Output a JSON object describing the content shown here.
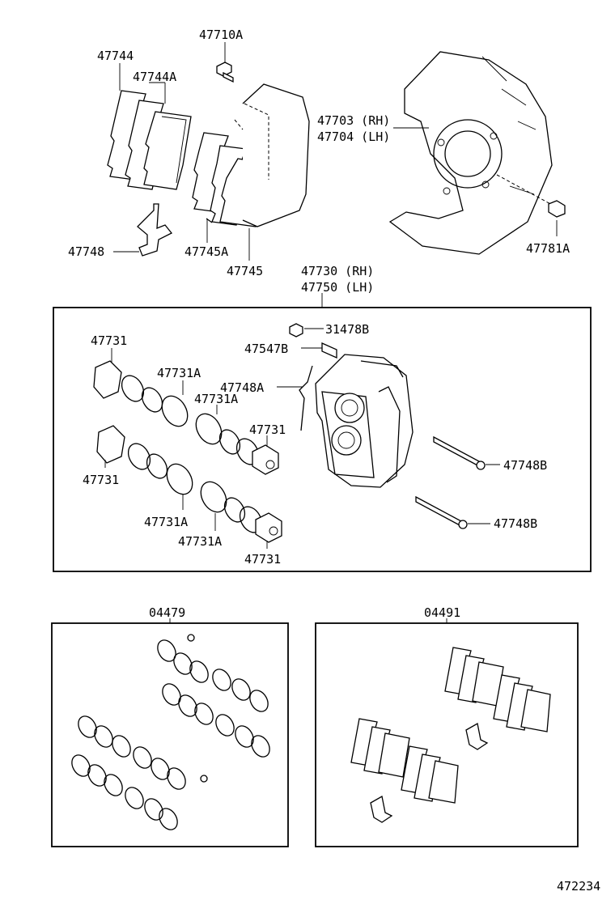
{
  "labels": {
    "bolt_47710a": "47710A",
    "pad_47744": "47744",
    "pad_47744a": "47744A",
    "shield_rh": "47703 (RH)",
    "shield_lh": "47704 (LH)",
    "bolt_47781a": "47781A",
    "spring_47748": "47748",
    "pad_47745a": "47745A",
    "pad_47745": "47745",
    "caliper_rh": "47730 (RH)",
    "caliper_lh": "47750 (LH)",
    "cap_31478b": "31478B",
    "bleeder_47547b": "47547B",
    "clip_47748a": "47748A",
    "piston_47731_a": "47731",
    "seal_47731a_a": "47731A",
    "seal_47731a_b": "47731A",
    "piston_47731_b": "47731",
    "piston_47731_c": "47731",
    "seal_47731a_c": "47731A",
    "seal_47731a_d": "47731A",
    "piston_47731_d": "47731",
    "pin_47748b_a": "47748B",
    "pin_47748b_b": "47748B",
    "kit_seal": "04479",
    "kit_pad": "04491",
    "figure_number": "472234"
  }
}
